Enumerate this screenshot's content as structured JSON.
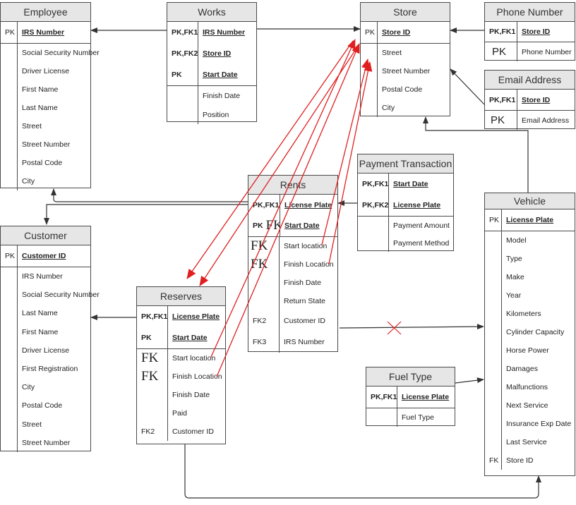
{
  "entities": {
    "employee": {
      "title": "Employee",
      "pk_rows": [
        {
          "key": "PK",
          "field": "IRS  Number"
        }
      ],
      "rows": [
        {
          "key": "",
          "field": "Social Security Number"
        },
        {
          "key": "",
          "field": "Driver License"
        },
        {
          "key": "",
          "field": "First Name"
        },
        {
          "key": "",
          "field": "Last Name"
        },
        {
          "key": "",
          "field": "Street"
        },
        {
          "key": "",
          "field": "Street Number"
        },
        {
          "key": "",
          "field": "Postal Code"
        },
        {
          "key": "",
          "field": "City"
        }
      ]
    },
    "works": {
      "title": "Works",
      "pk_rows": [
        {
          "key": "PK,FK1",
          "field": "IRS Number"
        },
        {
          "key": "PK,FK2",
          "field": "Store ID"
        },
        {
          "key": "PK",
          "field": "Start Date"
        }
      ],
      "rows": [
        {
          "key": "",
          "field": "Finish Date"
        },
        {
          "key": "",
          "field": "Position"
        }
      ]
    },
    "store": {
      "title": "Store",
      "pk_rows": [
        {
          "key": "PK",
          "field": "Store ID"
        }
      ],
      "rows": [
        {
          "key": "",
          "field": "Street"
        },
        {
          "key": "",
          "field": "Street Number"
        },
        {
          "key": "",
          "field": "Postal Code"
        },
        {
          "key": "",
          "field": "City"
        }
      ]
    },
    "phone": {
      "title": "Phone Number",
      "pk_rows": [
        {
          "key": "PK,FK1",
          "field": "Store ID"
        }
      ],
      "rows": [
        {
          "key": "PK",
          "field": "Phone Number"
        }
      ]
    },
    "email": {
      "title": "Email Address",
      "pk_rows": [
        {
          "key": "PK,FK1",
          "field": "Store ID"
        }
      ],
      "rows": [
        {
          "key": "PK",
          "field": "Email Address"
        }
      ]
    },
    "payment": {
      "title": "Payment Transaction",
      "pk_rows": [
        {
          "key": "PK,FK1",
          "field": "Start Date"
        },
        {
          "key": "PK,FK2",
          "field": "License Plate"
        }
      ],
      "rows": [
        {
          "key": "",
          "field": "Payment Amount"
        },
        {
          "key": "",
          "field": "Payment Method"
        }
      ]
    },
    "rents": {
      "title": "Rents",
      "pk_rows": [
        {
          "key": "PK,FK1",
          "field": "License Plate"
        },
        {
          "key": "PK FK",
          "field": "Start Date"
        }
      ],
      "rows": [
        {
          "key": "FK",
          "field": "Start location"
        },
        {
          "key": "FK",
          "field": "Finish Location"
        },
        {
          "key": "",
          "field": "Finish Date"
        },
        {
          "key": "",
          "field": "Return State"
        },
        {
          "key": "FK2",
          "field": "Customer ID"
        },
        {
          "key": "FK3",
          "field": "IRS Number"
        }
      ]
    },
    "customer": {
      "title": "Customer",
      "pk_rows": [
        {
          "key": "PK",
          "field": "Customer ID"
        }
      ],
      "rows": [
        {
          "key": "",
          "field": "IRS Number"
        },
        {
          "key": "",
          "field": "Social Security Number"
        },
        {
          "key": "",
          "field": "Last Name"
        },
        {
          "key": "",
          "field": "First Name"
        },
        {
          "key": "",
          "field": "Driver License"
        },
        {
          "key": "",
          "field": "First Registration"
        },
        {
          "key": "",
          "field": "City"
        },
        {
          "key": "",
          "field": "Postal Code"
        },
        {
          "key": "",
          "field": "Street"
        },
        {
          "key": "",
          "field": "Street Number"
        }
      ]
    },
    "reserves": {
      "title": "Reserves",
      "pk_rows": [
        {
          "key": "PK,FK1",
          "field": "License Plate"
        },
        {
          "key": "PK",
          "field": "Start Date"
        }
      ],
      "rows": [
        {
          "key": "FK",
          "field": "Start location"
        },
        {
          "key": "FK",
          "field": "Finish Location"
        },
        {
          "key": "",
          "field": "Finish Date"
        },
        {
          "key": "",
          "field": "Paid"
        },
        {
          "key": "FK2",
          "field": "Customer ID"
        }
      ]
    },
    "vehicle": {
      "title": "Vehicle",
      "pk_rows": [
        {
          "key": "PK",
          "field": "License Plate"
        }
      ],
      "rows": [
        {
          "key": "",
          "field": "Model"
        },
        {
          "key": "",
          "field": "Type"
        },
        {
          "key": "",
          "field": "Make"
        },
        {
          "key": "",
          "field": "Year"
        },
        {
          "key": "",
          "field": "Kilometers"
        },
        {
          "key": "",
          "field": "Cylinder Capacity"
        },
        {
          "key": "",
          "field": "Horse Power"
        },
        {
          "key": "",
          "field": "Damages"
        },
        {
          "key": "",
          "field": "Malfunctions"
        },
        {
          "key": "",
          "field": "Next Service"
        },
        {
          "key": "",
          "field": "Insurance Exp Date"
        },
        {
          "key": "",
          "field": "Last Service"
        },
        {
          "key": "FK",
          "field": "Store ID"
        }
      ]
    },
    "fuel": {
      "title": "Fuel Type",
      "pk_rows": [
        {
          "key": "PK,FK1",
          "field": "License Plate"
        }
      ],
      "rows": [
        {
          "key": "",
          "field": "Fuel Type"
        }
      ]
    }
  },
  "colors": {
    "line": "#333333",
    "fk_arrow": "#e02020",
    "header_bg": "#e6e6e6"
  }
}
